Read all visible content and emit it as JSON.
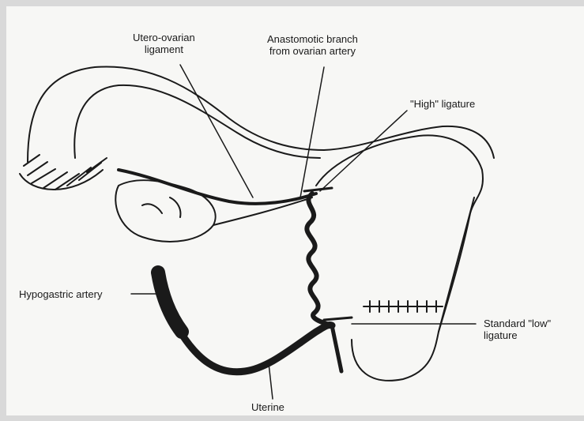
{
  "diagram": {
    "labels": {
      "utero_ovarian_line1": "Utero-ovarian",
      "utero_ovarian_line2": "ligament",
      "anastomotic_line1": "Anastomotic branch",
      "anastomotic_line2": "from ovarian artery",
      "high_ligature": "\"High\" ligature",
      "hypogastric_artery": "Hypogastric artery",
      "standard_low_line1": "Standard \"low\"",
      "standard_low_line2": "ligature",
      "uterine": "Uterine"
    }
  }
}
